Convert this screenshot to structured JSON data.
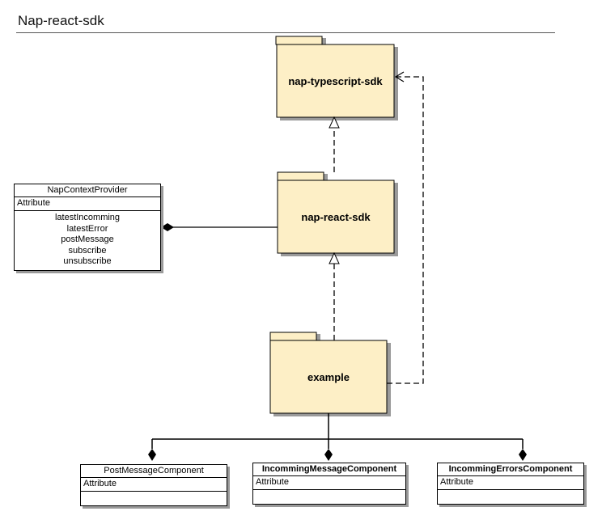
{
  "diagram": {
    "title": "Nap-react-sdk"
  },
  "packages": {
    "typescript": {
      "label": "nap-typescript-sdk"
    },
    "react": {
      "label": "nap-react-sdk"
    },
    "example": {
      "label": "example"
    }
  },
  "classes": {
    "provider": {
      "name": "NapContextProvider",
      "attribute": "Attribute",
      "operations": [
        "latestIncomming",
        "latestError",
        "postMessage",
        "subscribe",
        "unsubscribe"
      ]
    },
    "post_message": {
      "name": "PostMessageComponent",
      "attribute": "Attribute"
    },
    "incomming_message": {
      "name": "IncommingMessageComponent",
      "attribute": "Attribute"
    },
    "incomming_errors": {
      "name": "IncommingErrorsComponent",
      "attribute": "Attribute"
    }
  },
  "colors": {
    "package_fill": "#fdefc6",
    "line": "#000000",
    "shadow": "#9a9a9a"
  }
}
